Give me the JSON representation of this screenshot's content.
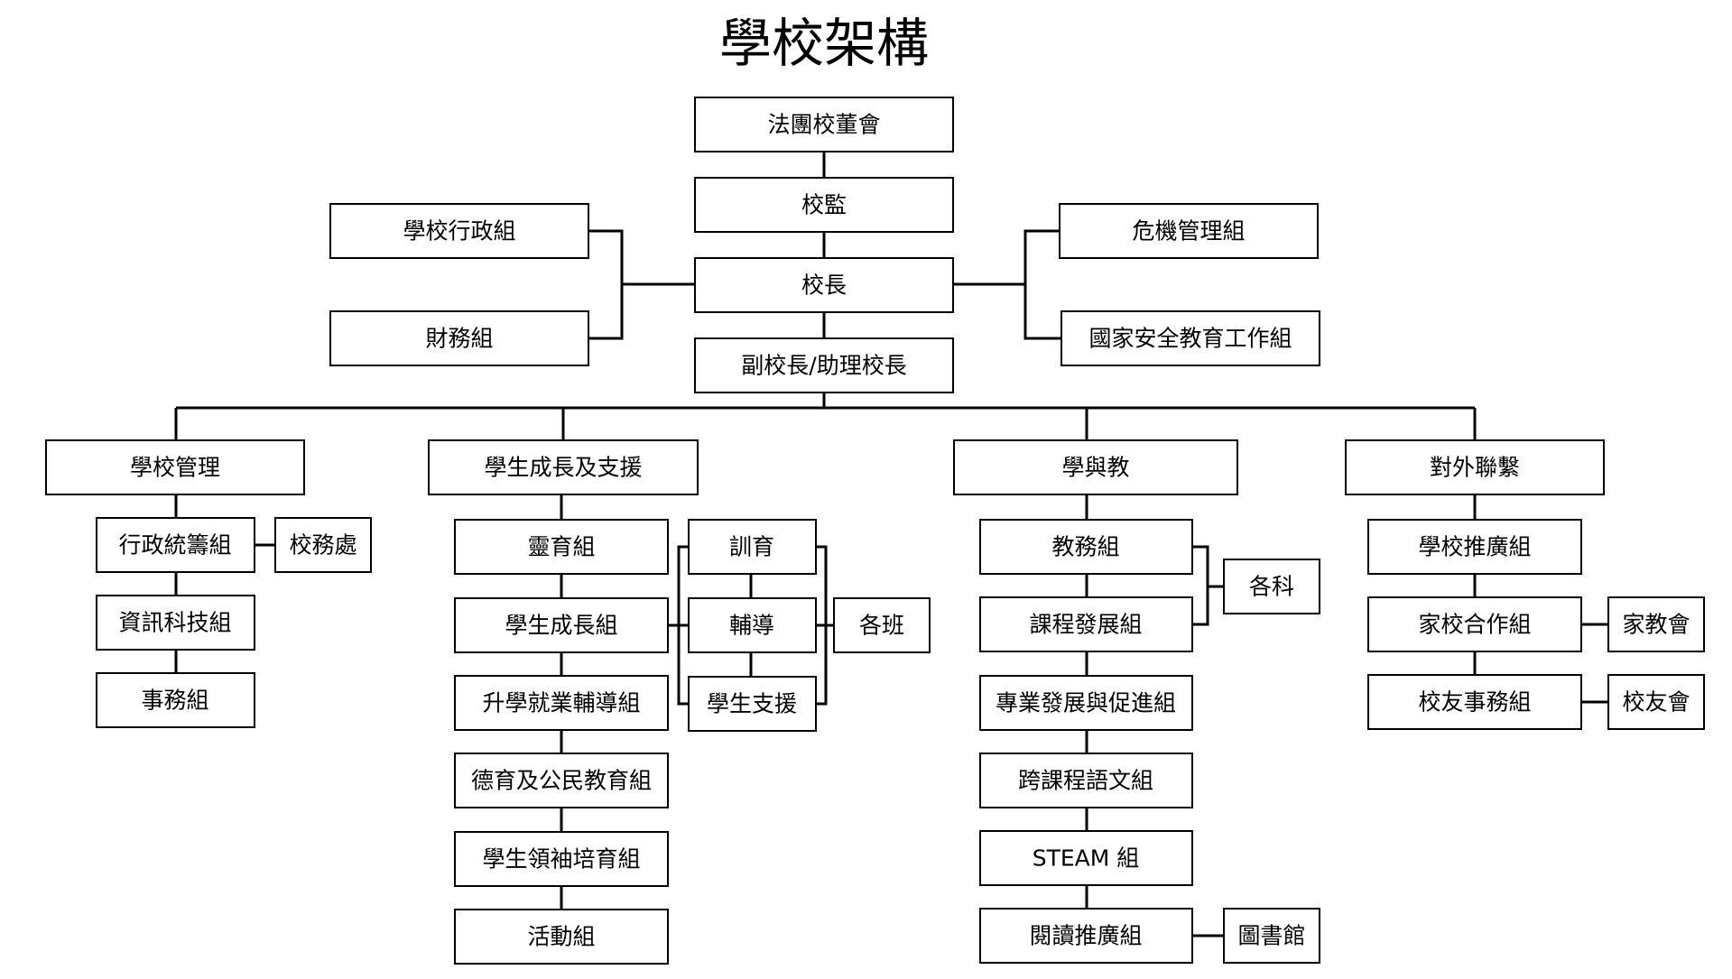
{
  "title": "學校架構",
  "boxes": {
    "board": "法團校董會",
    "supervisor": "校監",
    "principal": "校長",
    "vice": "副校長/助理校長",
    "admin_group": "學校行政組",
    "finance": "財務組",
    "crisis": "危機管理組",
    "nat_security": "國家安全教育工作組",
    "mgmt": "學校管理",
    "growth": "學生成長及支援",
    "learning": "學與教",
    "external": "對外聯繫",
    "admin_plan": "行政統籌組",
    "school_office": "校務處",
    "it": "資訊科技組",
    "affairs": "事務組",
    "spiritual": "靈育組",
    "student_growth": "學生成長組",
    "career": "升學就業輔導組",
    "moral": "德育及公民教育組",
    "leadership": "學生領袖培育組",
    "activities": "活動組",
    "discipline": "訓育",
    "counselling": "輔導",
    "support": "學生支援",
    "classes": "各班",
    "academic": "教務組",
    "curriculum": "課程發展組",
    "prof_dev": "專業發展與促進組",
    "lang_across": "跨課程語文組",
    "steam": "STEAM 組",
    "reading": "閱讀推廣組",
    "subjects": "各科",
    "library": "圖書館",
    "promotion": "學校推廣組",
    "home_school": "家校合作組",
    "pta": "家教會",
    "alumni_affairs": "校友事務組",
    "alumni": "校友會"
  }
}
